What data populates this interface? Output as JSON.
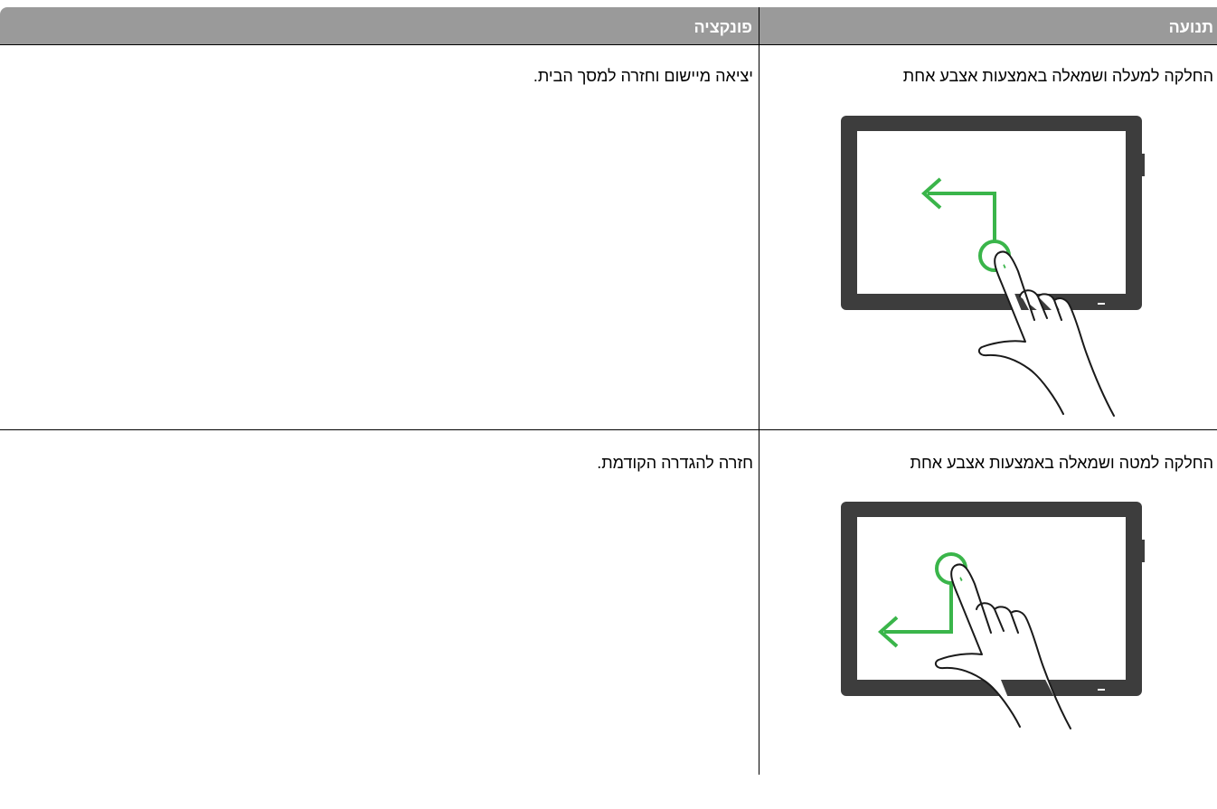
{
  "table": {
    "headers": {
      "motion": "תנועה",
      "function": "פונקציה"
    },
    "rows": [
      {
        "motion": "החלקה למעלה ושמאלה באמצעות אצבע אחת",
        "function": "יציאה מיישום וחזרה למסך הבית.",
        "illustration": "swipe-up-left-gesture"
      },
      {
        "motion": "החלקה למטה ושמאלה באמצעות אצבע אחת",
        "function": "חזרה להגדרה הקודמת.",
        "illustration": "swipe-down-left-gesture"
      }
    ]
  },
  "colors": {
    "header_bg": "#9a9a9a",
    "gesture_accent": "#3ab54a",
    "device_frame": "#3d3d3d"
  }
}
